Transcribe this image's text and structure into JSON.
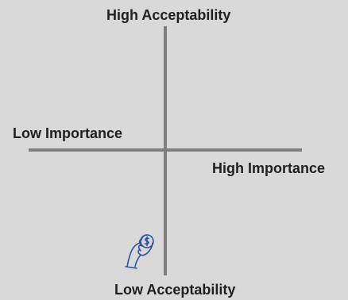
{
  "labels": {
    "top": "High Acceptability",
    "bottom": "Low Acceptability",
    "left": "Low Importance",
    "right": "High Importance"
  },
  "colors": {
    "background": "#d9d9d9",
    "axis": "#7f7f7f",
    "text": "#1f1f1f",
    "icon": "#2f4fa8"
  },
  "icons": {
    "marker": "hand-holding-coin-icon"
  }
}
